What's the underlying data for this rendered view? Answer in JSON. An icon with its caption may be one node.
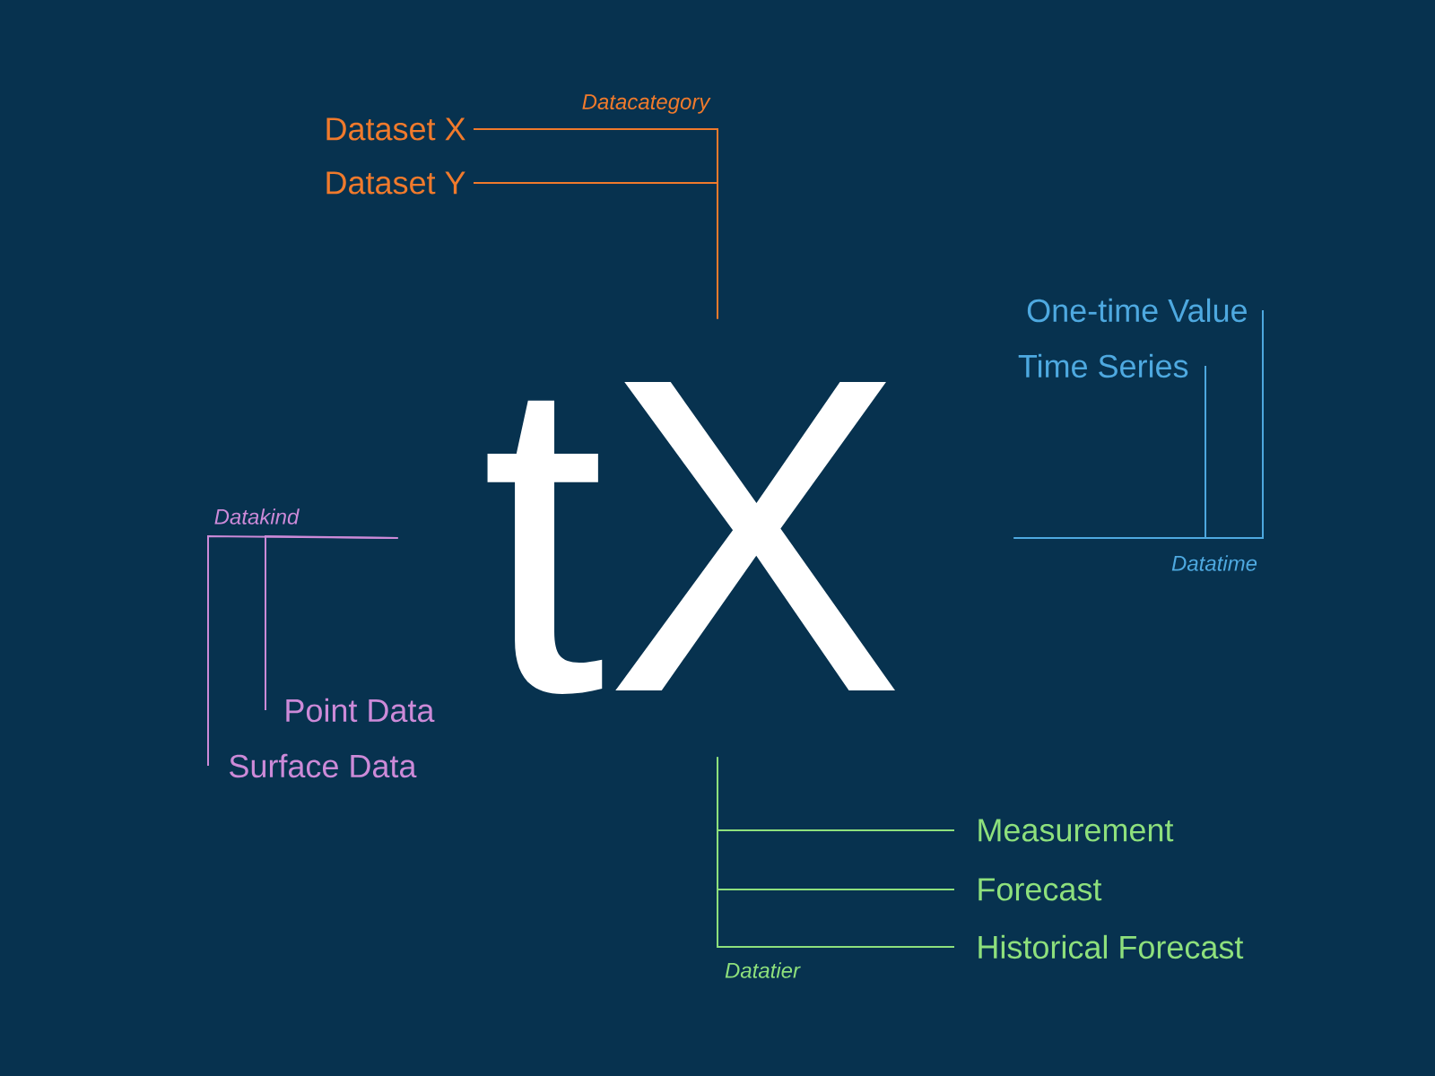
{
  "diagram": {
    "nodes": [
      {
        "text": [
          "tX"
        ]
      },
      {
        "text": [
          "Dataset X"
        ]
      },
      {
        "text": [
          "Dataset Y"
        ]
      },
      {
        "text": [
          "One-time Value"
        ]
      },
      {
        "text": [
          "Time Series"
        ]
      },
      {
        "text": [
          "Point Data"
        ]
      },
      {
        "text": [
          "Surface Data"
        ]
      },
      {
        "text": [
          "Measurement"
        ]
      },
      {
        "text": [
          "Forecast"
        ]
      },
      {
        "text": [
          "Historical Forecast"
        ]
      }
    ],
    "edges": [
      {
        "from": 1,
        "to": 0,
        "arrow": "none",
        "color": "#f07a2c"
      },
      {
        "from": 2,
        "to": 0,
        "arrow": "none",
        "color": "#f07a2c"
      },
      {
        "from": 3,
        "to": 0,
        "arrow": "none",
        "color": "#4ea9e0"
      },
      {
        "from": 4,
        "to": 0,
        "arrow": "none",
        "color": "#4ea9e0"
      },
      {
        "from": 5,
        "to": 0,
        "arrow": "none",
        "color": "#cc8ad8"
      },
      {
        "from": 6,
        "to": 0,
        "arrow": "none",
        "color": "#cc8ad8"
      },
      {
        "from": 7,
        "to": 0,
        "arrow": "none",
        "color": "#8ee07c"
      },
      {
        "from": 8,
        "to": 0,
        "arrow": "none",
        "color": "#8ee07c"
      },
      {
        "from": 9,
        "to": 0,
        "arrow": "none",
        "color": "#8ee07c"
      }
    ],
    "labels": [
      "Datacategory",
      "Datatime",
      "Datakind",
      "Datatier"
    ]
  }
}
